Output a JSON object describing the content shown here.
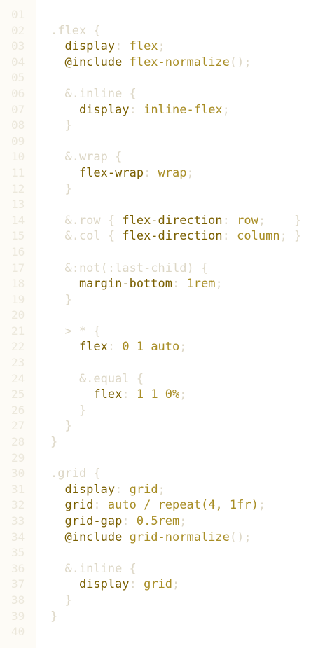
{
  "editor": {
    "colors": {
      "selector": "#ddd7c6",
      "punctuation": "#ddd7c6",
      "property": "#7a5f00",
      "value": "#a88d25",
      "line_number": "#ece8dc",
      "gutter_background": "#fdfbf6"
    },
    "lines": [
      {
        "n": "01",
        "tokens": []
      },
      {
        "n": "02",
        "tokens": [
          {
            "t": ".flex {",
            "k": "sel"
          }
        ]
      },
      {
        "n": "03",
        "tokens": [
          {
            "t": "  display",
            "k": "prop"
          },
          {
            "t": ": ",
            "k": "pun"
          },
          {
            "t": "flex",
            "k": "val"
          },
          {
            "t": ";",
            "k": "pun"
          }
        ]
      },
      {
        "n": "04",
        "tokens": [
          {
            "t": "  @include",
            "k": "kw"
          },
          {
            "t": " flex-normalize",
            "k": "fn"
          },
          {
            "t": "();",
            "k": "pun"
          }
        ]
      },
      {
        "n": "05",
        "tokens": []
      },
      {
        "n": "06",
        "tokens": [
          {
            "t": "  &.inline {",
            "k": "sel"
          }
        ]
      },
      {
        "n": "07",
        "tokens": [
          {
            "t": "    display",
            "k": "prop"
          },
          {
            "t": ": ",
            "k": "pun"
          },
          {
            "t": "inline-flex",
            "k": "val"
          },
          {
            "t": ";",
            "k": "pun"
          }
        ]
      },
      {
        "n": "08",
        "tokens": [
          {
            "t": "  }",
            "k": "pun"
          }
        ]
      },
      {
        "n": "09",
        "tokens": []
      },
      {
        "n": "10",
        "tokens": [
          {
            "t": "  &.wrap {",
            "k": "sel"
          }
        ]
      },
      {
        "n": "11",
        "tokens": [
          {
            "t": "    flex-wrap",
            "k": "prop"
          },
          {
            "t": ": ",
            "k": "pun"
          },
          {
            "t": "wrap",
            "k": "val"
          },
          {
            "t": ";",
            "k": "pun"
          }
        ]
      },
      {
        "n": "12",
        "tokens": [
          {
            "t": "  }",
            "k": "pun"
          }
        ]
      },
      {
        "n": "13",
        "tokens": []
      },
      {
        "n": "14",
        "tokens": [
          {
            "t": "  &.row { ",
            "k": "sel"
          },
          {
            "t": "flex-direction",
            "k": "prop"
          },
          {
            "t": ": ",
            "k": "pun"
          },
          {
            "t": "row",
            "k": "val"
          },
          {
            "t": ";    }",
            "k": "pun"
          }
        ]
      },
      {
        "n": "15",
        "tokens": [
          {
            "t": "  &.col { ",
            "k": "sel"
          },
          {
            "t": "flex-direction",
            "k": "prop"
          },
          {
            "t": ": ",
            "k": "pun"
          },
          {
            "t": "column",
            "k": "val"
          },
          {
            "t": "; }",
            "k": "pun"
          }
        ]
      },
      {
        "n": "16",
        "tokens": []
      },
      {
        "n": "17",
        "tokens": [
          {
            "t": "  &:not(:last-child) {",
            "k": "sel"
          }
        ]
      },
      {
        "n": "18",
        "tokens": [
          {
            "t": "    margin-bottom",
            "k": "prop"
          },
          {
            "t": ": ",
            "k": "pun"
          },
          {
            "t": "1rem",
            "k": "num"
          },
          {
            "t": ";",
            "k": "pun"
          }
        ]
      },
      {
        "n": "19",
        "tokens": [
          {
            "t": "  }",
            "k": "pun"
          }
        ]
      },
      {
        "n": "20",
        "tokens": []
      },
      {
        "n": "21",
        "tokens": [
          {
            "t": "  > * {",
            "k": "sel"
          }
        ]
      },
      {
        "n": "22",
        "tokens": [
          {
            "t": "    flex",
            "k": "prop"
          },
          {
            "t": ": ",
            "k": "pun"
          },
          {
            "t": "0 1 auto",
            "k": "val"
          },
          {
            "t": ";",
            "k": "pun"
          }
        ]
      },
      {
        "n": "23",
        "tokens": []
      },
      {
        "n": "24",
        "tokens": [
          {
            "t": "    &.equal {",
            "k": "sel"
          }
        ]
      },
      {
        "n": "25",
        "tokens": [
          {
            "t": "      flex",
            "k": "prop"
          },
          {
            "t": ": ",
            "k": "pun"
          },
          {
            "t": "1 1 0%",
            "k": "val"
          },
          {
            "t": ";",
            "k": "pun"
          }
        ]
      },
      {
        "n": "26",
        "tokens": [
          {
            "t": "    }",
            "k": "pun"
          }
        ]
      },
      {
        "n": "27",
        "tokens": [
          {
            "t": "  }",
            "k": "pun"
          }
        ]
      },
      {
        "n": "28",
        "tokens": [
          {
            "t": "}",
            "k": "pun"
          }
        ]
      },
      {
        "n": "29",
        "tokens": []
      },
      {
        "n": "30",
        "tokens": [
          {
            "t": ".grid {",
            "k": "sel"
          }
        ]
      },
      {
        "n": "31",
        "tokens": [
          {
            "t": "  display",
            "k": "prop"
          },
          {
            "t": ": ",
            "k": "pun"
          },
          {
            "t": "grid",
            "k": "val"
          },
          {
            "t": ";",
            "k": "pun"
          }
        ]
      },
      {
        "n": "32",
        "tokens": [
          {
            "t": "  grid",
            "k": "prop"
          },
          {
            "t": ": ",
            "k": "pun"
          },
          {
            "t": "auto / repeat(4, 1fr)",
            "k": "val"
          },
          {
            "t": ";",
            "k": "pun"
          }
        ]
      },
      {
        "n": "33",
        "tokens": [
          {
            "t": "  grid-gap",
            "k": "prop"
          },
          {
            "t": ": ",
            "k": "pun"
          },
          {
            "t": "0.5rem",
            "k": "num"
          },
          {
            "t": ";",
            "k": "pun"
          }
        ]
      },
      {
        "n": "34",
        "tokens": [
          {
            "t": "  @include",
            "k": "kw"
          },
          {
            "t": " grid-normalize",
            "k": "fn"
          },
          {
            "t": "();",
            "k": "pun"
          }
        ]
      },
      {
        "n": "35",
        "tokens": []
      },
      {
        "n": "36",
        "tokens": [
          {
            "t": "  &.inline {",
            "k": "sel"
          }
        ]
      },
      {
        "n": "37",
        "tokens": [
          {
            "t": "    display",
            "k": "prop"
          },
          {
            "t": ": ",
            "k": "pun"
          },
          {
            "t": "grid",
            "k": "val"
          },
          {
            "t": ";",
            "k": "pun"
          }
        ]
      },
      {
        "n": "38",
        "tokens": [
          {
            "t": "  }",
            "k": "pun"
          }
        ]
      },
      {
        "n": "39",
        "tokens": [
          {
            "t": "}",
            "k": "pun"
          }
        ]
      },
      {
        "n": "40",
        "tokens": []
      }
    ]
  }
}
